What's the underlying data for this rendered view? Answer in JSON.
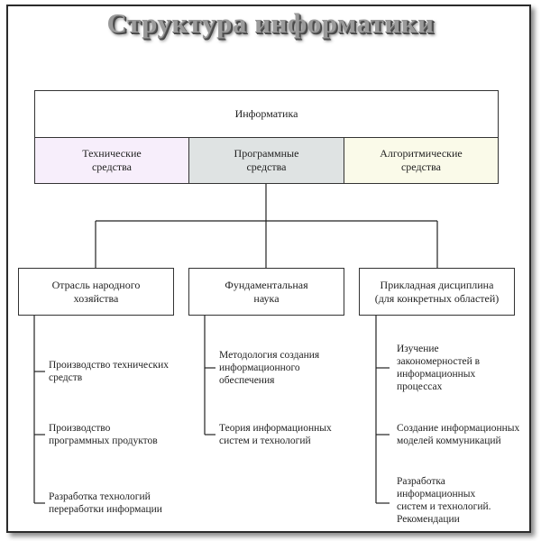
{
  "title": "Структура информатики",
  "root": {
    "label": "Информатика"
  },
  "means": [
    {
      "label": "Технические\nсредства",
      "color": "#f7eefb"
    },
    {
      "label": "Программные\nсредства",
      "color": "#dfe3e3"
    },
    {
      "label": "Алгоритмические\nсредства",
      "color": "#fafae9"
    }
  ],
  "branches": [
    {
      "label": "Отрасль народного\nхозяйства",
      "items": [
        "Производство технических\nсредств",
        "Производство\nпрограммных продуктов",
        "Разработка технологий\nпереработки информации"
      ]
    },
    {
      "label": "Фундаментальная\nнаука",
      "items": [
        "Методология создания\nинформационного\nобеспечения",
        "Теория информационных\nсистем и технологий"
      ]
    },
    {
      "label": "Прикладная дисциплина\n(для конкретных областей)",
      "items": [
        "Изучение\nзакономерностей в\nинформационных\nпроцессах",
        "Создание информационных\nмоделей коммуникаций",
        "Разработка\nинформационных\nсистем и технологий.\nРекомендации"
      ]
    }
  ]
}
